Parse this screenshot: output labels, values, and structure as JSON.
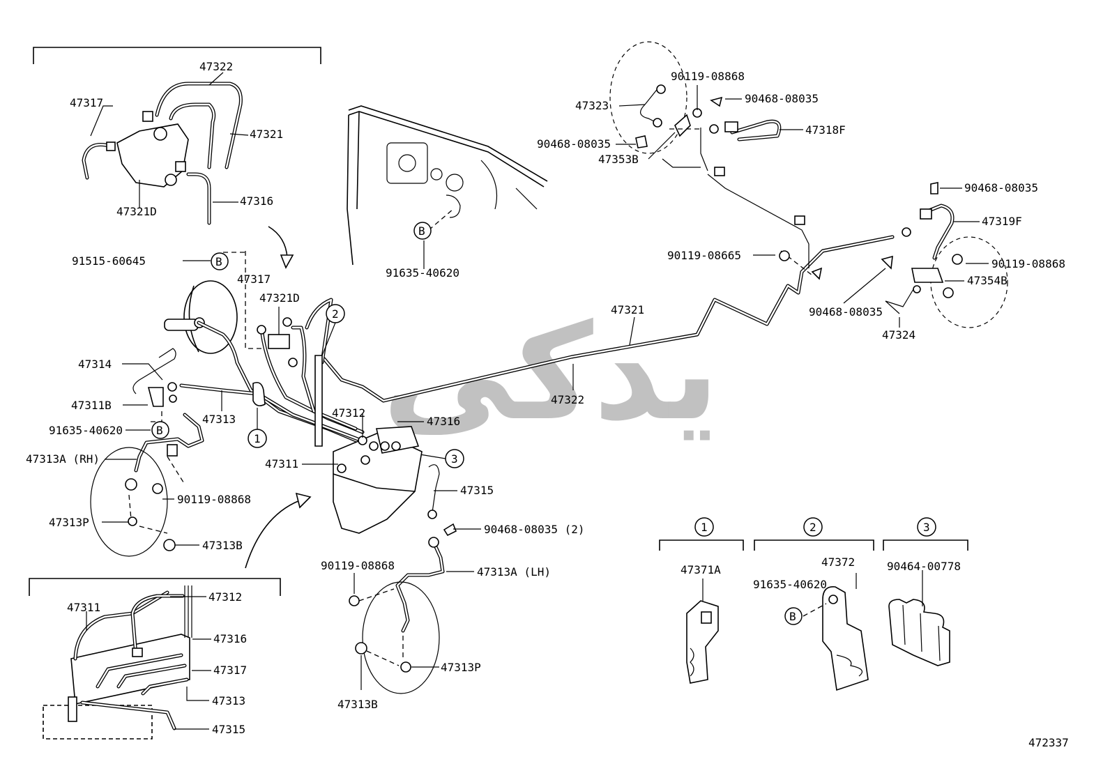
{
  "diagram_id": "472337",
  "watermark": "یدکی",
  "callouts": {
    "one": "1",
    "two": "2",
    "three": "3",
    "b": "B"
  },
  "labels": {
    "p47322_top": "47322",
    "p47317_top": "47317",
    "p47321_top": "47321",
    "p47316_top": "47316",
    "p47321D_top": "47321D",
    "p91515": "91515-60645",
    "p47317_mid": "47317",
    "p47321D_mid": "47321D",
    "p47314": "47314",
    "p47311B": "47311B",
    "p47313": "47313",
    "p91635_left": "91635-40620",
    "p47313A_rh": "47313A (RH)",
    "p90119_left": "90119-08868",
    "p47313P_left": "47313P",
    "p47313B_left": "47313B",
    "p91635_body": "91635-40620",
    "p47312": "47312",
    "p47316_mid": "47316",
    "p47311": "47311",
    "p47315": "47315",
    "p90468_mid": "90468-08035 (2)",
    "p90119_low": "90119-08868",
    "p47313A_lh": "47313A (LH)",
    "p47313P_low": "47313P",
    "p47313B_low": "47313B",
    "p47322_mid": "47322",
    "p47321_mid": "47321",
    "p90119_tr1": "90119-08868",
    "p90468_tr1": "90468-08035",
    "p47323": "47323",
    "p47318F": "47318F",
    "p90468_tr2": "90468-08035",
    "p47353B": "47353B",
    "p90468_tr3": "90468-08035",
    "p47319F": "47319F",
    "p90119_08665": "90119-08665",
    "p90119_tr2": "90119-08868",
    "p47354B": "47354B",
    "p90468_tr4": "90468-08035",
    "p47324": "47324",
    "p47312_inset": "47312",
    "p47311_inset": "47311",
    "p47316_inset": "47316",
    "p47317_inset": "47317",
    "p47313_inset": "47313",
    "p47315_inset": "47315",
    "p47371A": "47371A",
    "p47372": "47372",
    "p91635_clamp": "91635-40620",
    "p90464": "90464-00778"
  }
}
